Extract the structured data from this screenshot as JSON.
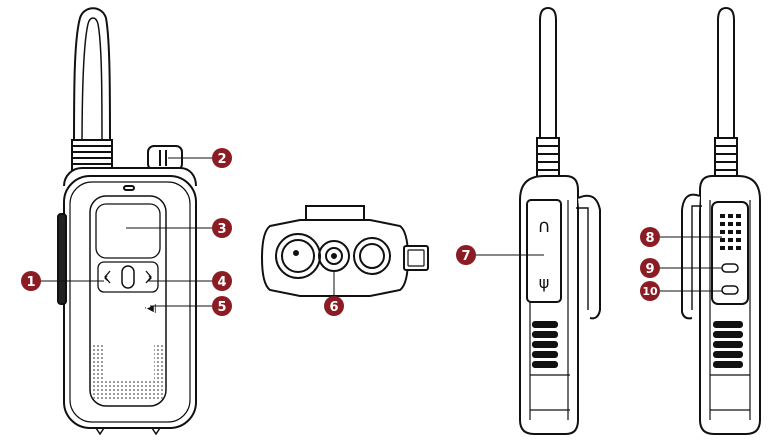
{
  "diagram": {
    "views": [
      "front-view",
      "top-view",
      "left-side-view",
      "right-side-view"
    ],
    "callouts": [
      {
        "number": "1",
        "color": "#8b1c23"
      },
      {
        "number": "2",
        "color": "#8b1c23"
      },
      {
        "number": "3",
        "color": "#8b1c23"
      },
      {
        "number": "4",
        "color": "#8b1c23"
      },
      {
        "number": "5",
        "color": "#8b1c23"
      },
      {
        "number": "6",
        "color": "#8b1c23"
      },
      {
        "number": "7",
        "color": "#8b1c23"
      },
      {
        "number": "8",
        "color": "#8b1c23"
      },
      {
        "number": "9",
        "color": "#8b1c23"
      },
      {
        "number": "10",
        "color": "#8b1c23"
      }
    ],
    "icons": {
      "left_arrow": "‹",
      "right_arrow": "›",
      "headphone": "∩",
      "mic": "ψ",
      "sound_icon": "·◀|"
    }
  }
}
